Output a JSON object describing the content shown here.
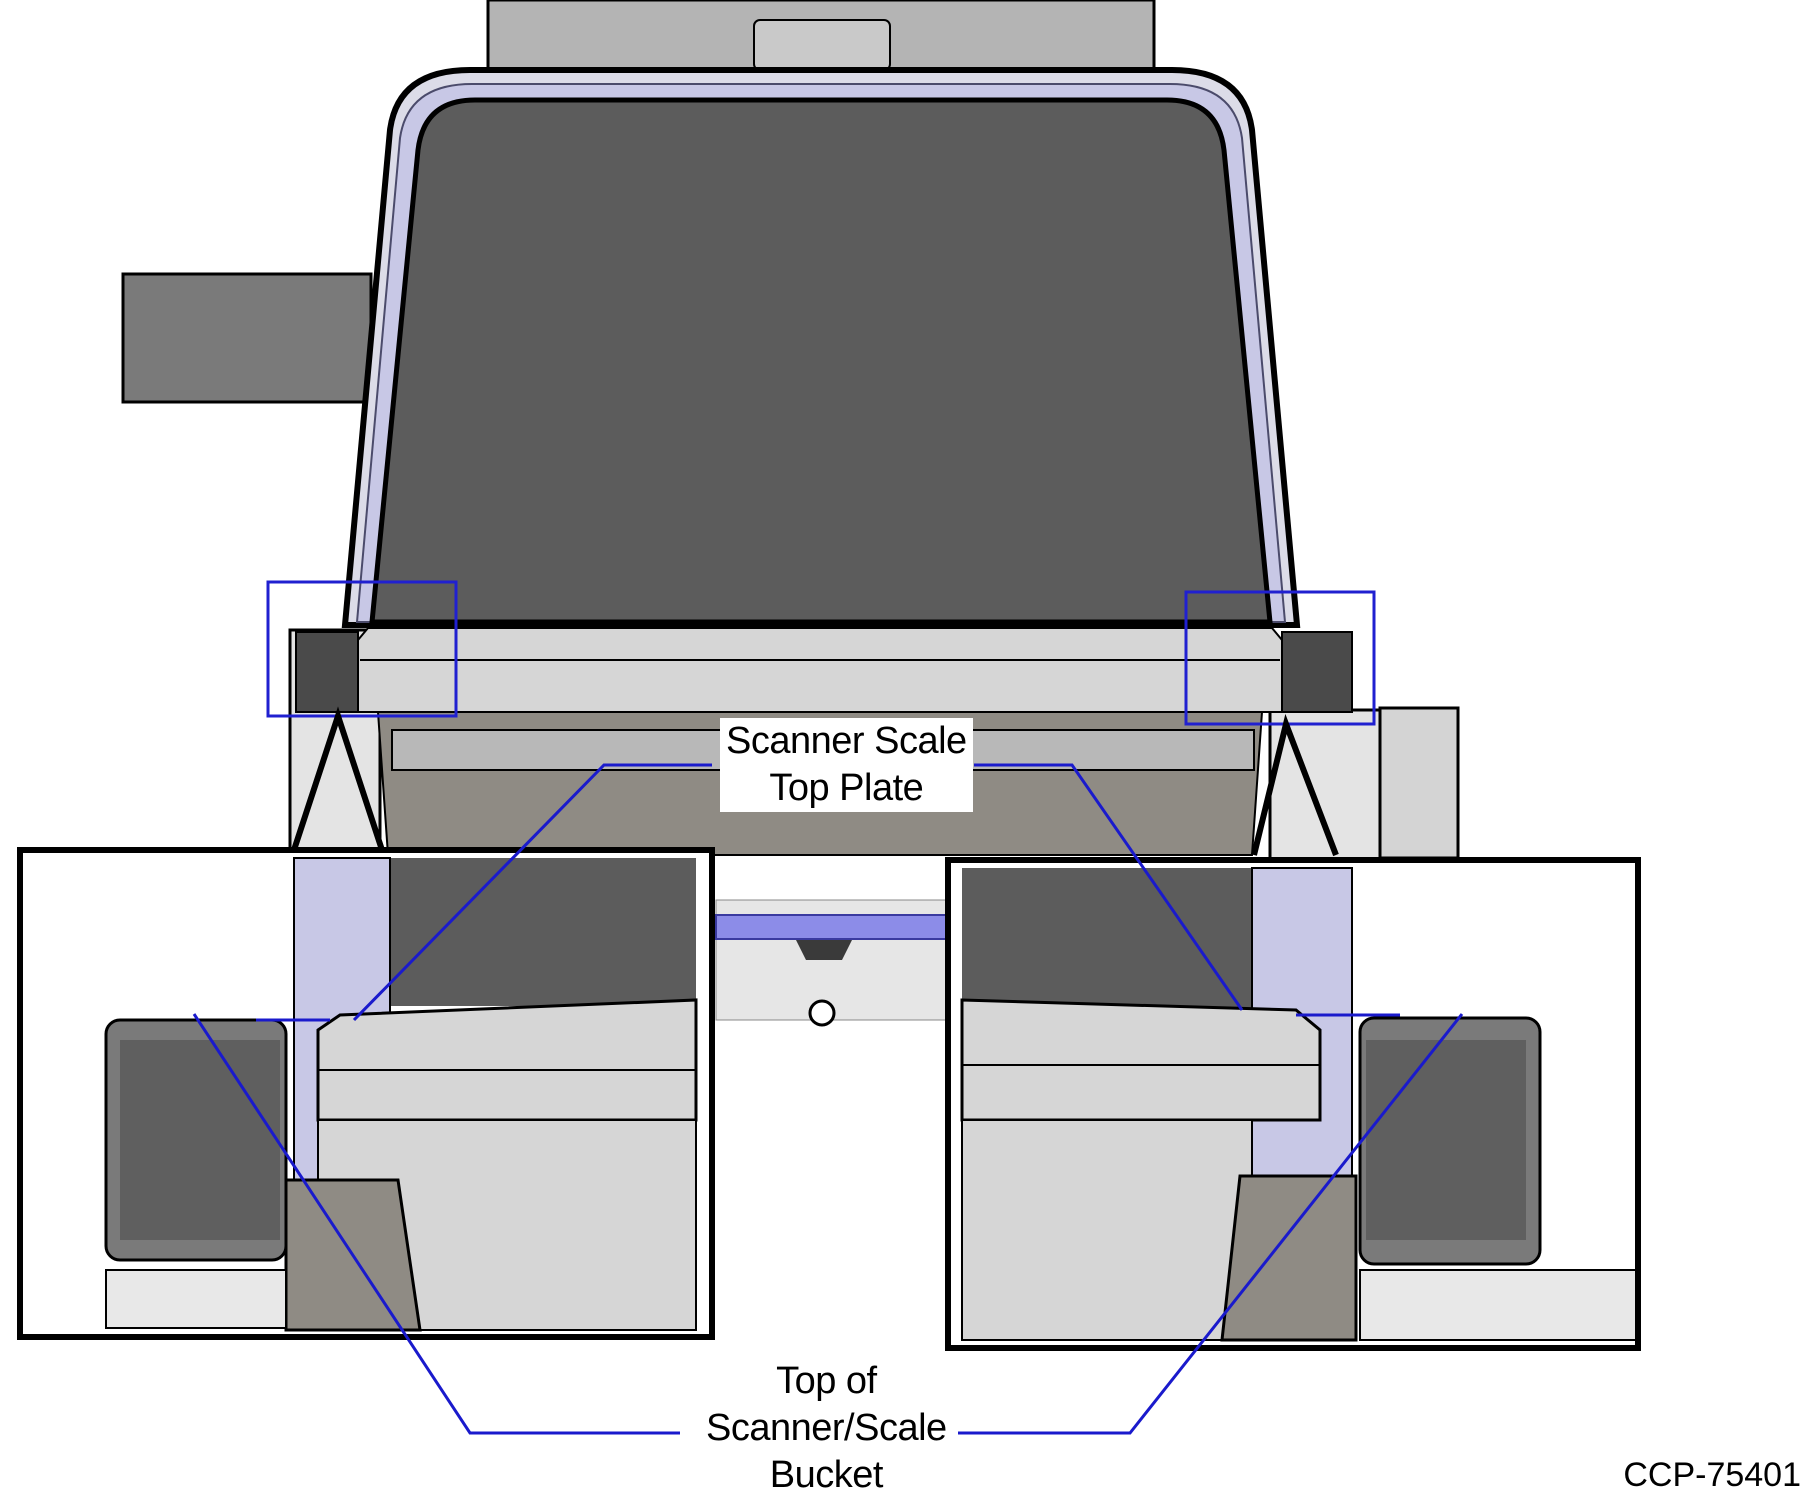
{
  "labels": {
    "top_plate": [
      "Scanner Scale",
      "Top Plate"
    ],
    "bucket_top": [
      "Top of",
      "Scanner/Scale",
      "Bucket"
    ]
  },
  "figure_id": "CCP-75401",
  "colors": {
    "callout_line": "#1a1acc",
    "highlight_box": "#2020d0",
    "display_screen": "#5c5c5c",
    "bezel_accent": "#c8c8e6",
    "bucket_fill": "#8f8b84",
    "plate_fill": "#d6d6d6",
    "outline": "#000000"
  }
}
